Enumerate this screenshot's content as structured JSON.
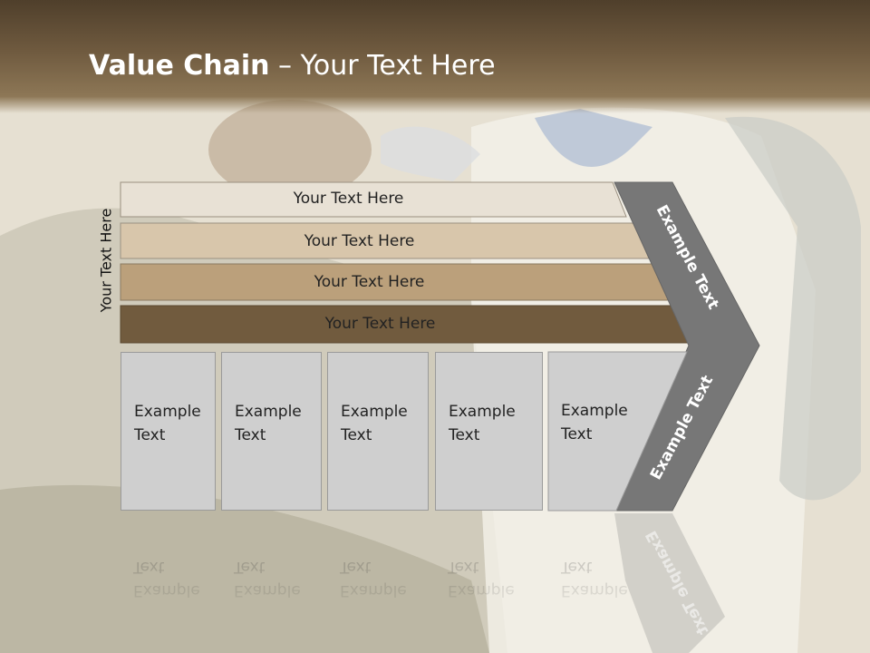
{
  "slide": {
    "title_bold": "Value Chain",
    "title_rest": " – Your Text Here",
    "vertical_label": "Your Text Here",
    "bars": [
      {
        "label": "Your Text Here",
        "color": "#e8e1d5"
      },
      {
        "label": "Your Text Here",
        "color": "#d8c6ab"
      },
      {
        "label": "Your Text Here",
        "color": "#bba07b"
      },
      {
        "label": "Your Text Here",
        "color": "#715b3e"
      }
    ],
    "cells": [
      {
        "line1": "Example",
        "line2": "Text"
      },
      {
        "line1": "Example",
        "line2": "Text"
      },
      {
        "line1": "Example",
        "line2": "Text"
      },
      {
        "line1": "Example",
        "line2": "Text"
      },
      {
        "line1": "Example",
        "line2": "Text"
      }
    ],
    "arrow_top_label": "Example Text",
    "arrow_bottom_label": "Example Text",
    "arrow_color": "#777777"
  }
}
